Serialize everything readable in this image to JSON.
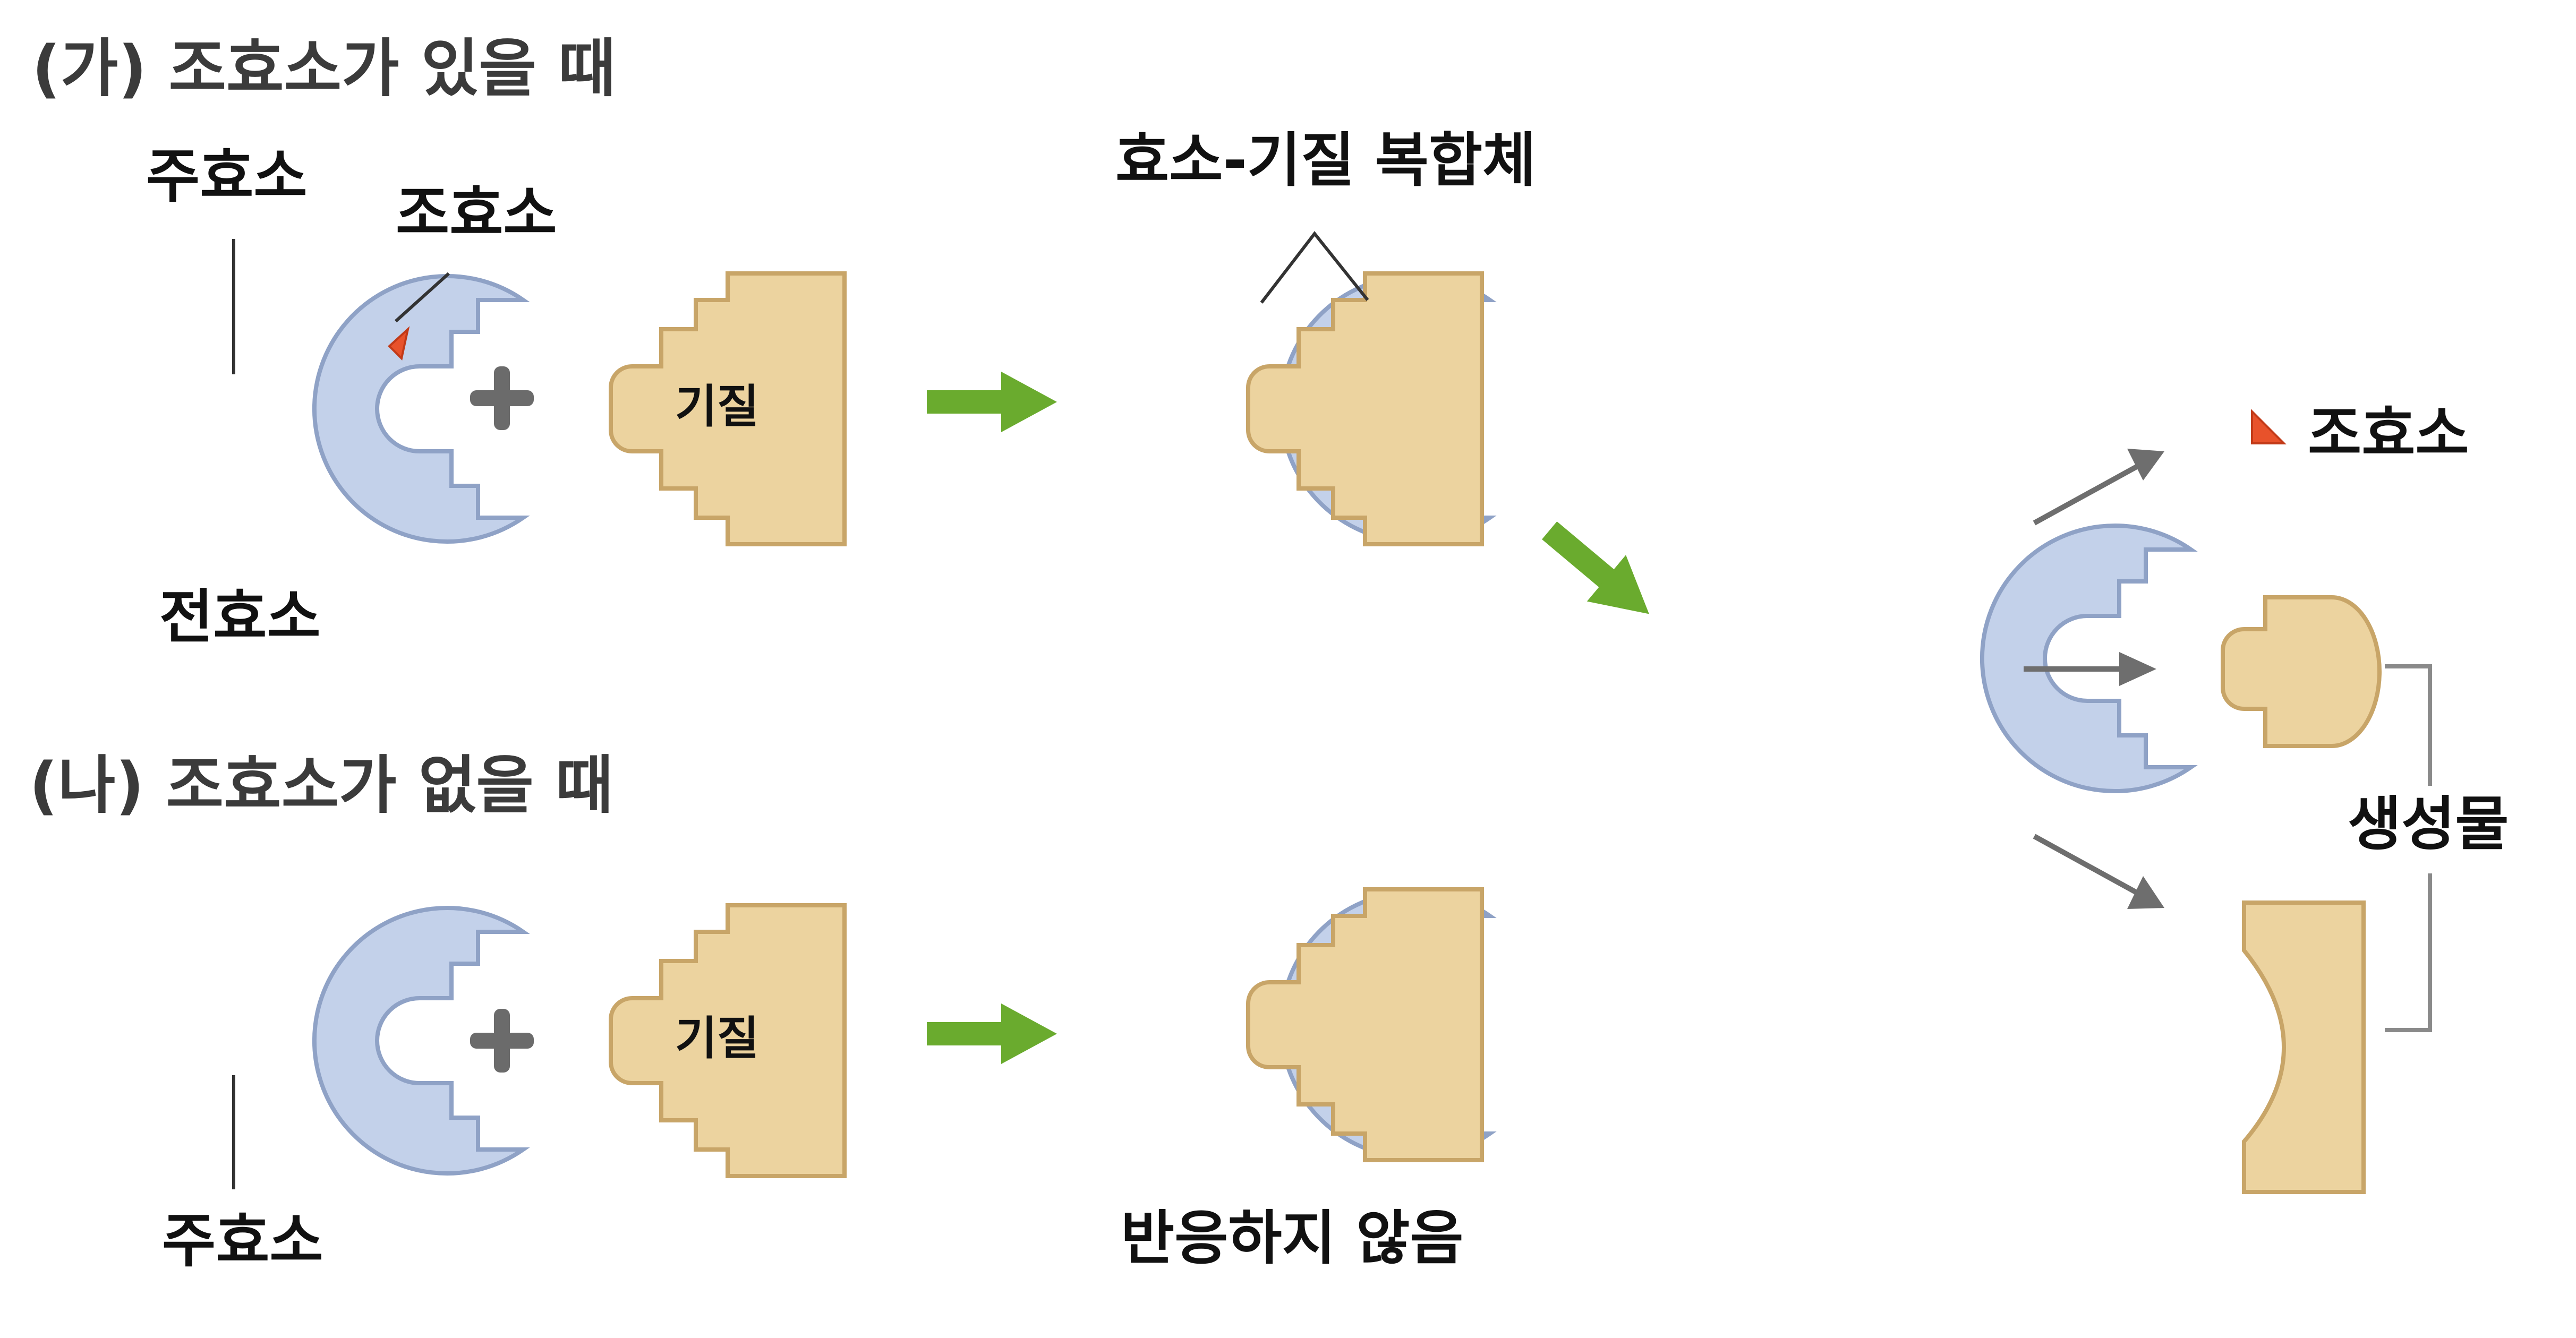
{
  "labels": {
    "title_a": "(가) 조효소가 있을 때",
    "title_b": "(나) 조효소가 없을 때",
    "apoenzyme_a": "주효소",
    "coenzyme_a": "조효소",
    "holoenzyme": "전효소",
    "substrate_a": "기질",
    "es_complex": "효소-기질 복합체",
    "coenzyme_out": "조효소",
    "products": "생성물",
    "apoenzyme_b": "주효소",
    "substrate_b": "기질",
    "no_reaction": "반응하지 않음"
  },
  "colors": {
    "enzyme_fill": "#c3d1ea",
    "enzyme_stroke": "#8fa2c6",
    "substrate_fill": "#ecd39f",
    "substrate_stroke": "#c8a568",
    "coenzyme": "#e8522b",
    "arrow_green": "#6aab2e",
    "arrow_gray": "#6e6e6e",
    "plus": "#6b6b6b"
  }
}
